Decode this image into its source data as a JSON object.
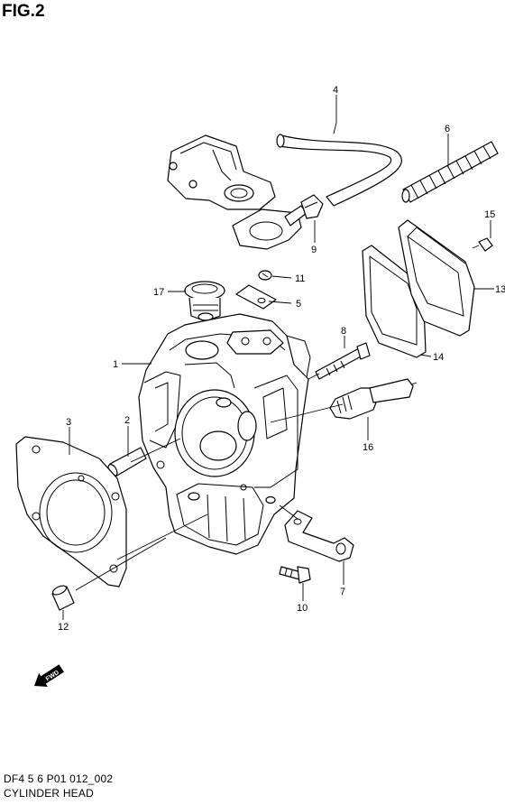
{
  "figure": {
    "title": "FIG.2",
    "code": "DF4 5 6 P01 012_002",
    "name": "CYLINDER HEAD"
  },
  "callouts": [
    "1",
    "2",
    "3",
    "4",
    "5",
    "6",
    "7",
    "8",
    "9",
    "10",
    "11",
    "12",
    "13",
    "14",
    "15",
    "16",
    "17"
  ],
  "fwd_arrow": {
    "label": "FWD"
  }
}
